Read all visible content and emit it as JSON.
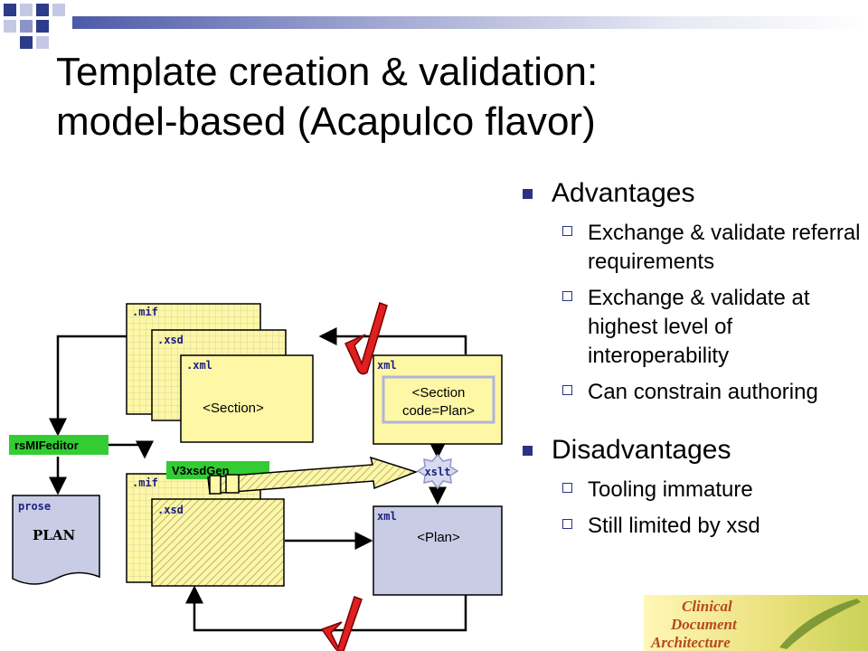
{
  "slide": {
    "title_line1": "Template creation & validation:",
    "title_line2": "model-based (Acapulco flavor)"
  },
  "bullets": {
    "advantages": {
      "label": "Advantages",
      "items": [
        "Exchange & validate referral requirements",
        "Exchange & validate at highest level of interoperability",
        "Can constrain authoring"
      ]
    },
    "disadvantages": {
      "label": "Disadvantages",
      "items": [
        "Tooling immature",
        "Still limited by xsd"
      ]
    }
  },
  "diagram": {
    "mif_top": ".mif",
    "xsd_top": ".xsd",
    "xml_top": ".xml",
    "section_tag": "<Section>",
    "xml_right_top": "xml",
    "section_code_line1": "<Section",
    "section_code_line2": "code=Plan>",
    "rsmif_editor": "rsMIFeditor",
    "v3xsdgen": "V3xsdGen",
    "xslt": "xslt",
    "prose": "prose",
    "plan": "PLAN",
    "mif_bottom": ".mif",
    "xsd_bottom": ".xsd",
    "xml_right_bottom": "xml",
    "plan_tag": "<Plan>"
  },
  "logo": {
    "line1": "Clinical",
    "line2": "Document",
    "line3": "Architecture"
  },
  "colors": {
    "accent": "#2a3283",
    "yellow": "#fdf7a6",
    "lavender": "#c9cce5",
    "green": "#33cc33",
    "check": "#e02020"
  }
}
